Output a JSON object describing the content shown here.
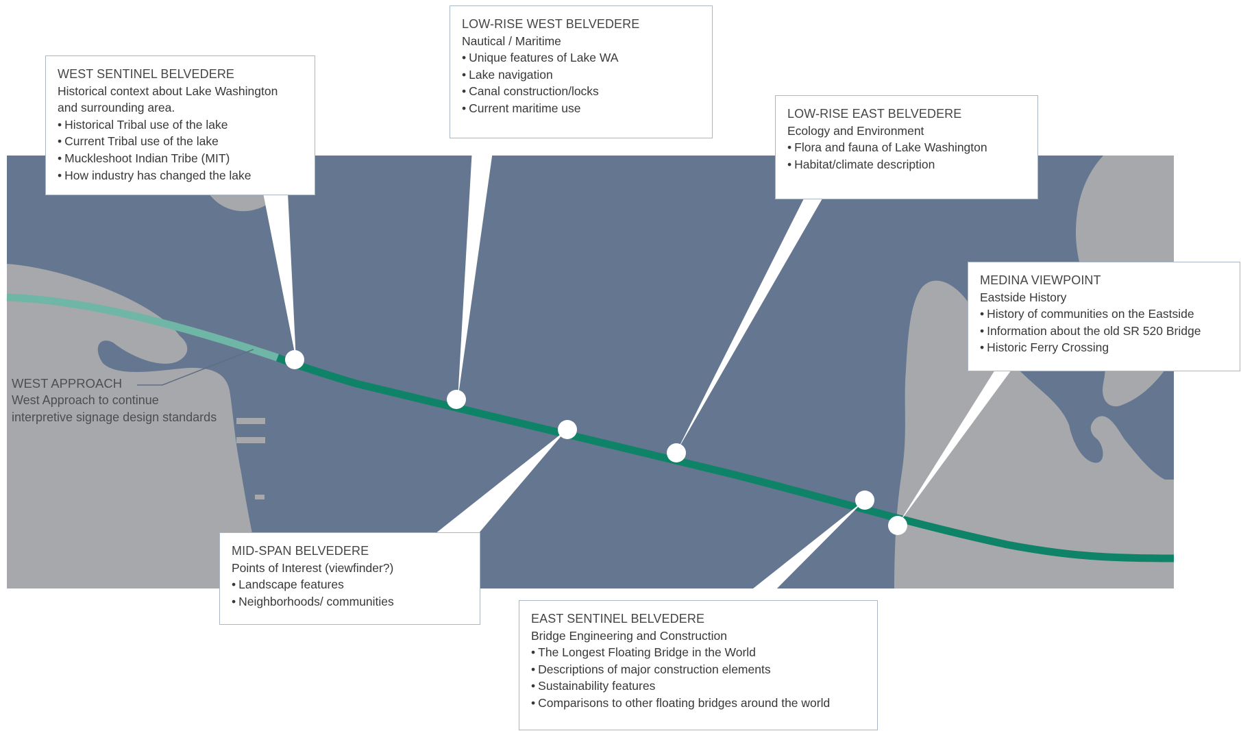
{
  "colors": {
    "water": "#657790",
    "land": "#a7a8ab",
    "bridge": "#0f8367",
    "west_approach_path": "#6fb6a6",
    "callout_border": "#a9b6c6",
    "marker": "#ffffff"
  },
  "west_approach": {
    "title": "WEST APPROACH",
    "line1": "West Approach to continue",
    "line2": "interpretive signage design standards"
  },
  "callouts": {
    "west_sentinel": {
      "title": "WEST SENTINEL BELVEDERE",
      "sub1": "Historical context about Lake Washington",
      "sub2": "and surrounding area.",
      "items": [
        "Historical Tribal use of the lake",
        "Current Tribal use of the lake",
        "Muckleshoot Indian Tribe (MIT)",
        "How industry has changed the lake"
      ]
    },
    "low_rise_west": {
      "title": "LOW-RISE WEST BELVEDERE",
      "sub1": "Nautical / Maritime",
      "items": [
        "Unique features of Lake WA",
        "Lake navigation",
        "Canal construction/locks",
        "Current maritime use"
      ]
    },
    "low_rise_east": {
      "title": "LOW-RISE EAST BELVEDERE",
      "sub1": "Ecology and Environment",
      "items": [
        "Flora and fauna of Lake Washington",
        "Habitat/climate description"
      ]
    },
    "medina": {
      "title": "MEDINA VIEWPOINT",
      "sub1": "Eastside History",
      "items": [
        "History of communities on the Eastside",
        "Information about the old SR 520 Bridge",
        "Historic Ferry Crossing"
      ]
    },
    "mid_span": {
      "title": "MID-SPAN BELVEDERE",
      "sub1": "Points of Interest (viewfinder?)",
      "items": [
        "Landscape features",
        "Neighborhoods/ communities"
      ]
    },
    "east_sentinel": {
      "title": "EAST SENTINEL BELVEDERE",
      "sub1": "Bridge Engineering and Construction",
      "items": [
        "The Longest Floating Bridge in the World",
        "Descriptions of major construction elements",
        "Sustainability features",
        "Comparisons to other floating bridges around the world"
      ]
    }
  }
}
